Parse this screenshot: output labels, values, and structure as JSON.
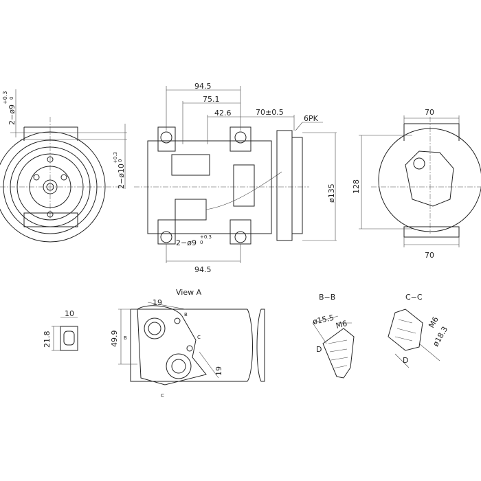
{
  "drawing": {
    "front_view": {
      "hole_top": "2−ø9",
      "hole_top_tol": "+0.3",
      "hole_top_tol_low": "0",
      "hole_side": "2−ø10",
      "hole_side_tol": "+0.3",
      "hole_side_tol_low": "0"
    },
    "side_view": {
      "dim_top": "94.5",
      "dim_2": "75.1",
      "dim_3": "42.6",
      "dim_pulley": "70±0.5",
      "belt": "6PK",
      "pulley_dia": "ø135",
      "dim_bottom": "94.5",
      "hole_bottom": "2−ø9",
      "hole_bottom_tol": "+0.3",
      "hole_bottom_tol_low": "0"
    },
    "rear_view": {
      "dim_top": "70",
      "dim_height": "128",
      "dim_bottom": "70"
    },
    "connector": {
      "width": "10",
      "height": "21.8"
    },
    "view_a": {
      "title": "View  A",
      "dim_19a": "19",
      "dim_49_9": "49.9",
      "dim_19b": "19",
      "mark_b1": "B",
      "mark_b2": "B",
      "mark_c1": "C",
      "mark_c2": "C"
    },
    "section_bb": {
      "title": "B−B",
      "dia": "ø15.5",
      "thread": "M6",
      "mark": "D"
    },
    "section_cc": {
      "title": "C−C",
      "thread": "M6",
      "dia": "ø18.3",
      "mark": "D"
    }
  }
}
